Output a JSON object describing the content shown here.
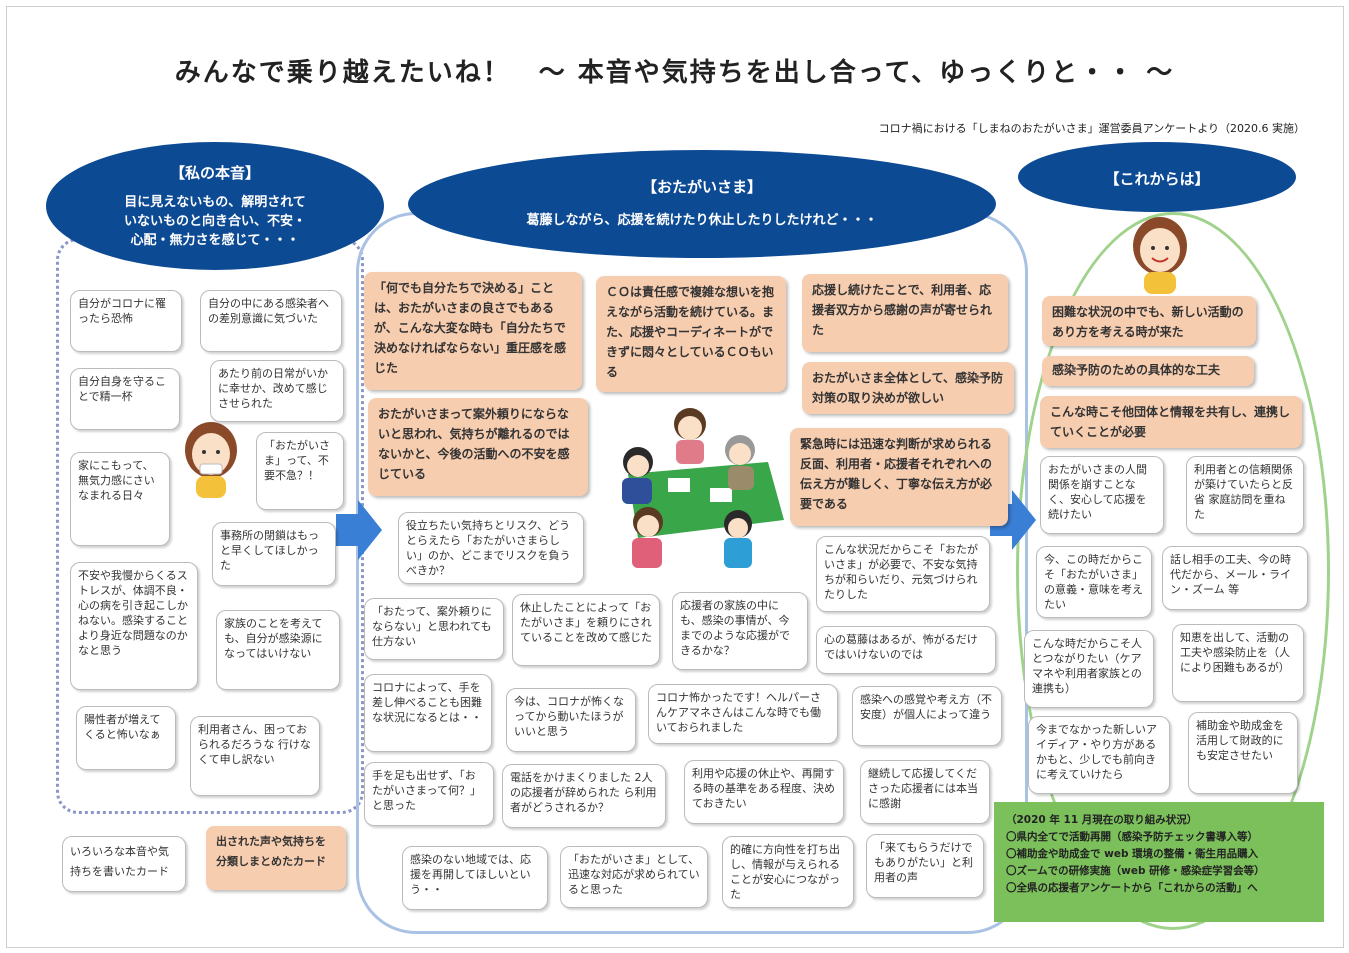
{
  "title": "みんなで乗り越えたいね！　～ 本音や気持ちを出し合って、ゆっくりと・・ ～",
  "subtitle": "コロナ禍における「しまねのおたがいさま」運営委員アンケートより（2020.6 実施）",
  "colors": {
    "oval": "#0d4a94",
    "pink_card": "#f7cdb0",
    "status_bg": "#7cc05c",
    "arrow": "#3a7fd6"
  },
  "honne": {
    "heading": "【私の本音】",
    "body_lines": [
      "目に見えないもの、解明されて",
      "いないものと向き合い、不安・",
      "心配・無力さを感じて・・・"
    ],
    "cards": [
      "自分がコロナに罹ったら恐怖",
      "自分の中にある感染者への差別意識に気づいた",
      "自分自身を守ることで精一杯",
      "あたり前の日常がいかに幸せか、改めて感じさせられた",
      "「おたがいさま」って、不要不急？！",
      "家にこもって、無気力感にさいなまれる日々",
      "事務所の閉鎖はもっと早くしてほしかった",
      "不安や我慢からくるストレスが、体調不良・心の病を引き起こしかねない。感染することより身近な問題なのかなと思う",
      "家族のことを考えても、自分が感染源になってはいけない",
      "陽性者が増えてくると怖いなぁ",
      "利用者さん、困っておられるだろうな 行けなくて申し訳ない"
    ]
  },
  "otagai": {
    "heading": "【おたがいさま】",
    "body": "葛藤しながら、応援を続けたり休止したりしたけれど・・・",
    "pink_cards": [
      "「何でも自分たちで決める」ことは、おたがいさまの良さでもあるが、こんな大変な時も「自分たちで決めなければならない」重圧感を感じた",
      "おたがいさまって案外頼りにならないと思われ、気持ちが離れるのではないかと、今後の活動への不安を感じている",
      "ＣＯは責任感で複雑な想いを抱えながら活動を続けている。また、応援やコーディネートができずに悶々としているＣＯもいる",
      "応援し続けたことで、利用者、応援者双方から感謝の声が寄せられた",
      "おたがいさま全体として、感染予防対策の取り決めが欲しい",
      "緊急時には迅速な判断が求められる反面、利用者・応援者それぞれへの伝え方が難しく、丁寧な伝え方が必要である"
    ],
    "cards": [
      "役立ちたい気持ちとリスク、どうとらえたら「おたがいさまらしい」のか、どこまでリスクを負うべきか？",
      "こんな状況だからこそ「おたがいさま」が必要で、不安な気持ちが和らいだり、元気づけられたりした",
      "「おたって、案外頼りにならない」と思われても仕方ない",
      "休止したことによって「おたがいさま」を頼りにされていることを改めて感じた",
      "応援者の家族の中にも、感染の事情が、今までのような応援ができるかな？",
      "心の葛藤はあるが、怖がるだけではいけないのでは",
      "コロナによって、手を差し伸べることも困難な状況になるとは・・",
      "今は、コロナが怖くなってから動いたほうがいいと思う",
      "コロナ怖かったです！ヘルパーさんケアマネさんはこんな時でも働いておられました",
      "感染への感覚や考え方（不安度）が個人によって違う",
      "手を足も出せず、「おたがいさまって何？」と思った",
      "電話をかけまくりました 2人の応援者が辞められた ら利用者がどうされるか？",
      "利用や応援の休止や、再開する時の基準をある程度、決めておきたい",
      "継続して応援してくださった応援者には本当に感謝",
      "感染のない地域では、応援を再開してほしいという・・",
      "「おたがいさま」として、迅速な対応が求められていると思った",
      "的確に方向性を打ち出し、情報が与えられることが安心につながった",
      "「来てもらうだけでもありがたい」と利用者の声"
    ]
  },
  "korekara": {
    "heading": "【これからは】",
    "pink_cards": [
      "困難な状況の中でも、新しい活動のあり方を考える時が来た",
      "感染予防のための具体的な工夫",
      "こんな時こそ他団体と情報を共有し、連携していくことが必要"
    ],
    "cards": [
      "おたがいさまの人間関係を崩すことなく、安心して応援を続けたい",
      "利用者との信頼関係が築けていたらと反省 家庭訪問を重ねた",
      "今、この時だからこそ「おたがいさま」の意義・意味を考えたい",
      "話し相手の工夫、今の時代だから、メール・ライン・ズーム 等",
      "こんな時だからこそ人とつながりたい（ケアマネや利用者家族との連携も）",
      "知恵を出して、活動の工夫や感染防止を（人により困難もあるが）",
      "今までなかった新しいアイディア・やり方があるかもと、少しでも前向きに考えていけたら",
      "補助金や助成金を活用して財政的にも安定させたい"
    ]
  },
  "status": {
    "lines": [
      "（2020 年 11 月現在の取り組み状況）",
      "〇県内全てで活動再開（感染予防チェック書導入等）",
      "〇補助金や助成金で web 環境の整備・衛生用品購入",
      "〇ズームでの研修実施（web 研修・感染症学習会等）",
      "〇全県の応援者アンケートから「これからの活動」へ"
    ]
  },
  "legend": {
    "white": "いろいろな本音や気持ちを書いたカード",
    "pink": "出された声や気持ちを分類しまとめたカード"
  }
}
